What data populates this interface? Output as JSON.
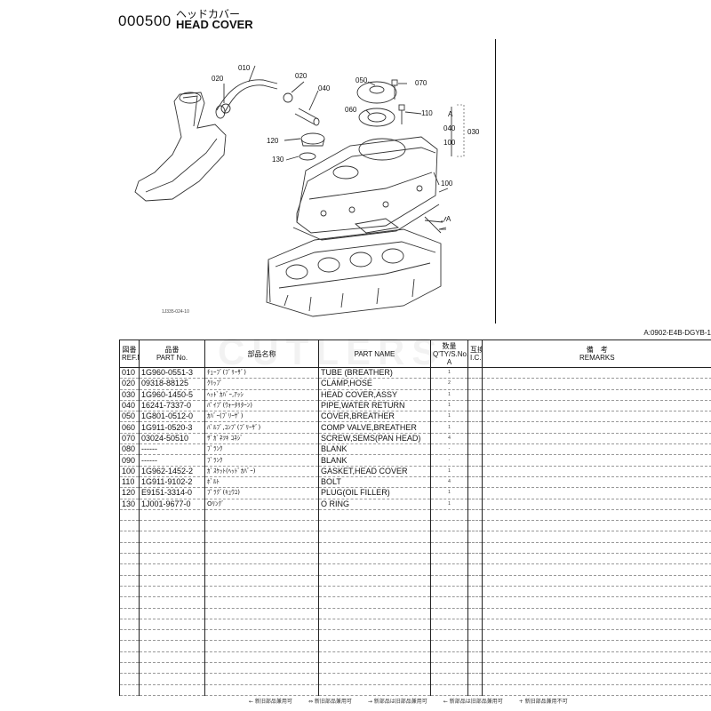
{
  "header": {
    "code": "000500",
    "title_jp": "ヘッドカバー",
    "title_en": "HEAD COVER"
  },
  "illustration": {
    "code": "1J335-024-10",
    "callouts": {
      "c010": "010",
      "c020a": "020",
      "c020b": "020",
      "c040a": "040",
      "c050": "050",
      "c070": "070",
      "c060": "060",
      "c110": "110",
      "cA1": "A",
      "c040b": "040",
      "c100a": "100",
      "c030": "030",
      "c120": "120",
      "c130": "130",
      "c100b": "100",
      "cA2": "A"
    }
  },
  "reference_note": "A:0902-E4B-DGYB-1",
  "watermark": "CUTLERS",
  "table": {
    "headers": {
      "ref_jp": "図番",
      "ref_en": "REF.No.",
      "part_jp": "品番",
      "part_en": "PART No.",
      "name_jp": "部品名称",
      "name_en": "PART NAME",
      "qty_jp": "数量",
      "qty_en": "Q'TY/S.No.",
      "qty_sub": "A",
      "ic_jp": "互換",
      "ic_en": "I.C.",
      "remarks_jp": "備　考",
      "remarks_en": "REMARKS"
    },
    "rows": [
      {
        "ref": "010",
        "part": "1G960-0551-3",
        "name_jp": "ﾁｭｰﾌﾞ(ﾌﾞﾘｰｻﾞ)",
        "name": "TUBE (BREATHER)",
        "qty": "1",
        "ic": ""
      },
      {
        "ref": "020",
        "part": "09318-88125",
        "name_jp": "ｸﾘｯﾌﾟ",
        "name": "CLAMP,HOSE",
        "qty": "2",
        "ic": ""
      },
      {
        "ref": "030",
        "part": "1G960-1450-5",
        "name_jp": "ﾍｯﾄﾞｶﾊﾞｰ,ｱｯｼ",
        "name": "HEAD COVER,ASSY",
        "qty": "1",
        "ic": ""
      },
      {
        "ref": "040",
        "part": "16241-7337-0",
        "name_jp": "ﾊﾟｲﾌﾟ(ｳｫｰﾀﾘﾀｰﾝ)",
        "name": "PIPE,WATER RETURN",
        "qty": "1",
        "ic": ""
      },
      {
        "ref": "050",
        "part": "1G801-0512-0",
        "name_jp": "ｶﾊﾞｰ(ﾌﾞﾘｰｻﾞ)",
        "name": "COVER,BREATHER",
        "qty": "1",
        "ic": ""
      },
      {
        "ref": "060",
        "part": "1G911-0520-3",
        "name_jp": "ﾊﾞﾙﾌﾞ,ｺﾝﾌﾟ(ﾌﾞﾘｰｻﾞ)",
        "name": "COMP VALVE,BREATHER",
        "qty": "1",
        "ic": ""
      },
      {
        "ref": "070",
        "part": "03024-50510",
        "name_jp": "ｻﾞｶﾞﾈﾂｷ ｺﾈｼﾞ",
        "name": "SCREW,SEMS(PAN HEAD)",
        "qty": "4",
        "ic": ""
      },
      {
        "ref": "080",
        "part": "------",
        "name_jp": "ﾌﾞﾗﾝｸ",
        "name": "BLANK",
        "qty": "-",
        "ic": ""
      },
      {
        "ref": "090",
        "part": "------",
        "name_jp": "ﾌﾞﾗﾝｸ",
        "name": "BLANK",
        "qty": "-",
        "ic": ""
      },
      {
        "ref": "100",
        "part": "1G962-1452-2",
        "name_jp": "ｶﾞｽｹｯﾄ(ﾍｯﾄﾞｶﾊﾞｰ)",
        "name": "GASKET,HEAD COVER",
        "qty": "1",
        "ic": ""
      },
      {
        "ref": "110",
        "part": "1G911-9102-2",
        "name_jp": "ﾎﾞﾙﾄ",
        "name": "BOLT",
        "qty": "4",
        "ic": ""
      },
      {
        "ref": "120",
        "part": "E9151-3314-0",
        "name_jp": "ﾌﾟﾗｸﾞ(ｷｭｳﾕ)",
        "name": "PLUG(OIL FILLER)",
        "qty": "1",
        "ic": ""
      },
      {
        "ref": "130",
        "part": "1J001-9677-0",
        "name_jp": "Oﾘﾝｸﾞ",
        "name": "O RING",
        "qty": "1",
        "ic": ""
      }
    ],
    "empty_row_count": 17
  },
  "footer": {
    "f1": "← 新旧部品兼用可",
    "f2": "⇔ 新旧部品兼用可",
    "f3": "→ 新部品は旧部品兼用可",
    "f4": "← 新部品は旧部品兼用可",
    "f5": "+ 新旧部品兼用不可"
  }
}
